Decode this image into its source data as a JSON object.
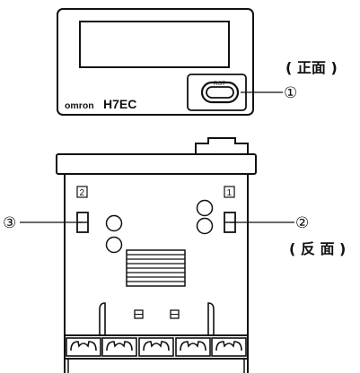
{
  "front": {
    "brand": "omron",
    "model": "H7EC",
    "reset_label": "RST",
    "view_label": "( 正面 )"
  },
  "back": {
    "switch_left_number": "2",
    "switch_right_number": "1",
    "view_label": "( 反 面 )"
  },
  "callouts": {
    "one": "①",
    "two": "②",
    "three": "③"
  }
}
